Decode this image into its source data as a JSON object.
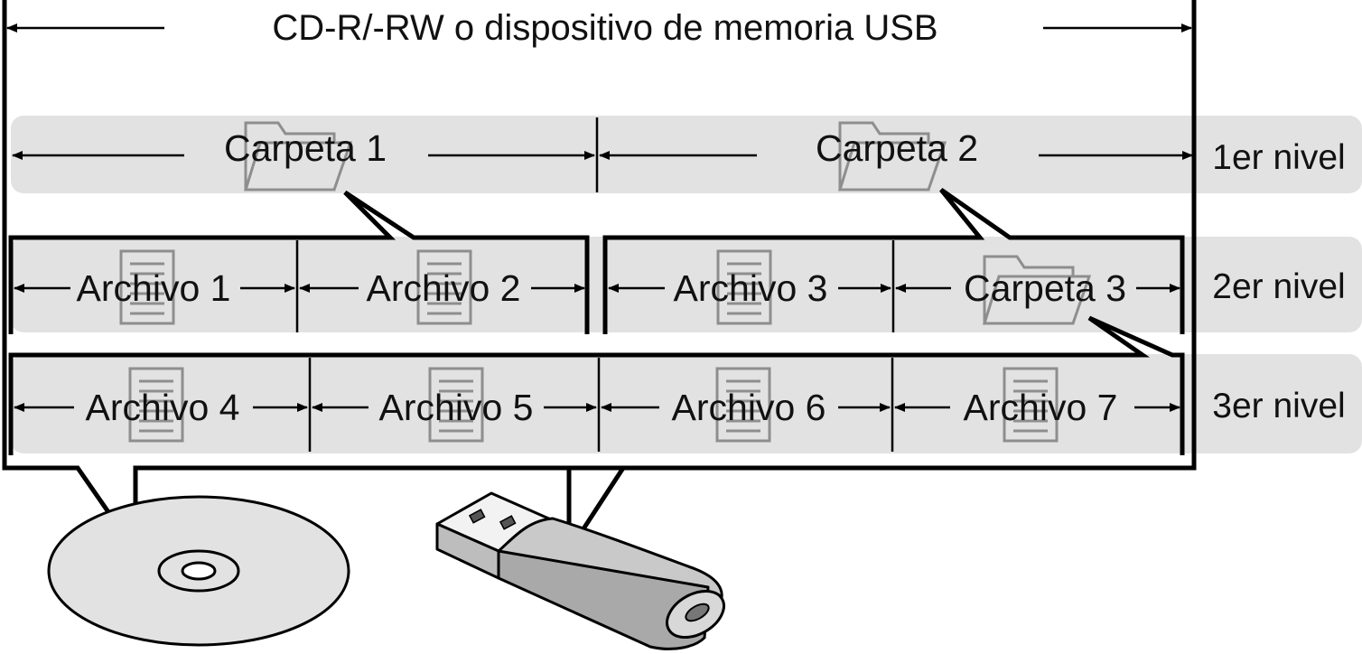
{
  "title": "CD-R/-RW o dispositivo de memoria USB",
  "levels": {
    "level1": "1er nivel",
    "level2": "2er nivel",
    "level3": "3er nivel"
  },
  "folders": {
    "folder1": "Carpeta 1",
    "folder2": "Carpeta 2",
    "folder3": "Carpeta 3"
  },
  "files": {
    "file1": "Archivo 1",
    "file2": "Archivo 2",
    "file3": "Archivo 3",
    "file4": "Archivo 4",
    "file5": "Archivo 5",
    "file6": "Archivo 6",
    "file7": "Archivo 7"
  },
  "icons": {
    "folder": "folder-icon",
    "file": "document-icon",
    "disc": "cd-disc-icon",
    "usb": "usb-drive-icon"
  },
  "colors": {
    "band": "#e2e2e2",
    "stroke": "#000000",
    "icon": "#8e8e8e"
  }
}
